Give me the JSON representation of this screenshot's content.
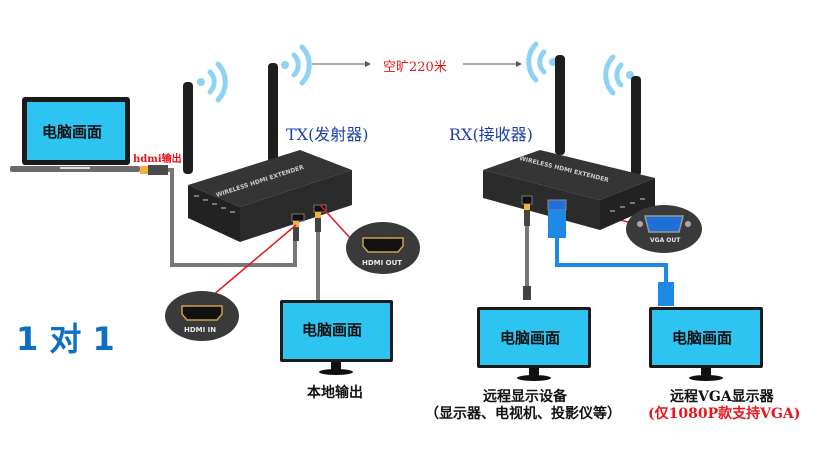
{
  "title": "1 对 1",
  "distance_label": "空旷220米",
  "tx": {
    "label": "TX(发射器)",
    "device_text": "WIRELESS HDMI EXTENDER",
    "port_in_label": "HDMI IN",
    "port_out_label": "HDMI OUT"
  },
  "rx": {
    "label": "RX(接收器)",
    "device_text": "WIRELESS HDMI EXTENDER",
    "port_vga_label": "VGA OUT"
  },
  "laptop": {
    "screen_text": "电脑画面",
    "cable_label": "hdmi输出"
  },
  "local_monitor": {
    "screen_text": "电脑画面",
    "caption": "本地输出"
  },
  "remote_monitor": {
    "screen_text": "电脑画面",
    "caption_line1": "远程显示设备",
    "caption_line2": "（显示器、电视机、投影仪等）"
  },
  "vga_monitor": {
    "screen_text": "电脑画面",
    "caption_line1": "远程VGA显示器",
    "caption_line2": "(仅1080P款支持VGA)"
  },
  "colors": {
    "screen": "#2ec4f1",
    "title_blue": "#0c6fc4",
    "label_blue": "#1a3fa8",
    "red": "#e8161b",
    "vga_cable": "#1e88e5",
    "wifi": "#8ed3f2",
    "device": "#2b2b2b"
  }
}
